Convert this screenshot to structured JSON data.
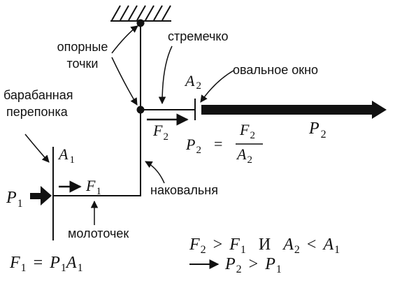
{
  "labels": {
    "support_points_line1": "опорные",
    "support_points_line2": "точки",
    "stirrup": "стремечко",
    "oval_window": "овальное окно",
    "eardrum_line1": "барабанная",
    "eardrum_line2": "перепонка",
    "anvil": "наковальня",
    "hammer": "молоточек"
  },
  "symbols": {
    "a2": "A",
    "a2_sub": "2",
    "a1": "A",
    "a1_sub": "1",
    "p2": "P",
    "p2_sub": "2",
    "p1": "P",
    "p1_sub": "1",
    "f1": "F",
    "f1_sub": "1",
    "f2": "F",
    "f2_sub": "2"
  },
  "formulas": {
    "p2_lhs": "P",
    "p2_lhs_sub": "2",
    "eq": "=",
    "frac_num": "F",
    "frac_num_sub": "2",
    "frac_den": "A",
    "frac_den_sub": "2",
    "f1_lhs": "F",
    "f1_lhs_sub": "1",
    "f1_eq": "=",
    "f1_rhs_p": "P",
    "f1_rhs_p_sub": "1",
    "f1_rhs_a": "A",
    "f1_rhs_a_sub": "1",
    "cond_f2": "F",
    "cond_f2_sub": "2",
    "cond_gt": ">",
    "cond_f1": "F",
    "cond_f1_sub": "1",
    "cond_and": "И",
    "cond_a2": "A",
    "cond_a2_sub": "2",
    "cond_lt": "<",
    "cond_a1": "A",
    "cond_a1_sub": "1",
    "res_p2": "P",
    "res_p2_sub": "2",
    "res_gt": ">",
    "res_p1": "P",
    "res_p1_sub": "1"
  },
  "colors": {
    "ink": "#111111",
    "background": "#ffffff"
  }
}
